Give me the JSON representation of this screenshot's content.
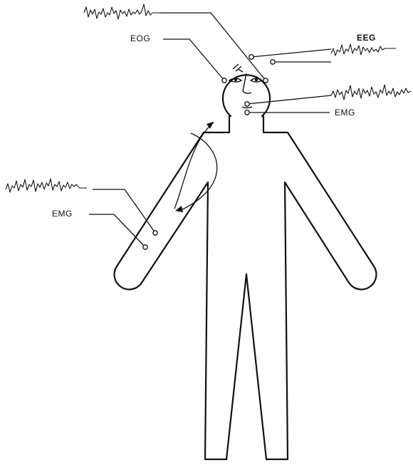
{
  "labels": {
    "eog": "EOG",
    "eeg": "EEG",
    "emg_chin": "EMG",
    "emg_arm": "EMG"
  },
  "colors": {
    "ink": "#111111",
    "background": "#ffffff"
  }
}
